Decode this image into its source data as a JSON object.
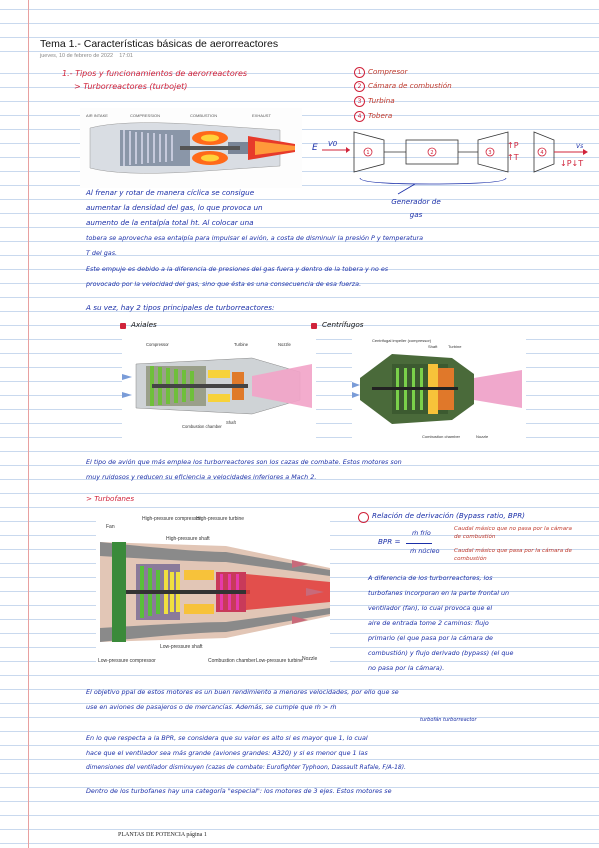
{
  "header": {
    "title": "Tema 1.- Características básicas de aerorreactores",
    "date": "jueves, 10 de febrero de 2022",
    "time": "17:01"
  },
  "section1": {
    "heading": "1.- Tipos y funcionamientos de aerorreactores",
    "sub_turbojet": "> Turborreactores (turbojet)",
    "legend": [
      {
        "num": "1",
        "label": "Compresor"
      },
      {
        "num": "2",
        "label": "Cámara de combustión"
      },
      {
        "num": "3",
        "label": "Turbina"
      },
      {
        "num": "4",
        "label": "Tobera"
      }
    ],
    "turbojet_fig_labels": [
      "AIR INTAKE",
      "COMPRESSION",
      "COMBUSTION",
      "EXHAUST"
    ],
    "block": {
      "e_label": "E",
      "v0": "V0",
      "vs": "Vs",
      "up_p": "↑P",
      "up_t": "↑T",
      "down": "↓P↓T",
      "gen_label": "Generador de gas"
    },
    "p1": [
      "Al frenar y rotar de manera cíclica se consigue",
      "aumentar la densidad del gas, lo que provoca un",
      "aumento de la entalpía total ht. Al colocar una",
      "tobera se aprovecha esa entalpía para impulsar el avión, a costa de disminuir la presión P y temperatura",
      "T del gas."
    ],
    "p2": [
      "Este empuje es debido a la diferencia de presiones del gas fuera y dentro de la tobera y no es",
      "provocado por la velocidad del gas, sino que ésta es una consecuencia de esa fuerza."
    ],
    "types_intro": "A su vez, hay 2 tipos principales de turborreactores:",
    "axial_label": "Axiales",
    "centrifugal_label": "Centrífugos",
    "axial_fig": [
      "Compressor",
      "Turbine",
      "Nozzle",
      "Combustion chamber",
      "Shaft"
    ],
    "centrifugal_fig": [
      "Centrifugal impeller (compressor)",
      "Shaft",
      "Turbine",
      "Combustion chamber",
      "Nozzle"
    ],
    "p3": [
      "El tipo de avión que más emplea los turborreactores son los cazas de combate. Estos motores son",
      "muy ruidosos y reducen su eficiencia a velocidades inferiores a Mach 2."
    ]
  },
  "turbofan": {
    "sub": "> Turbofanes",
    "fig": [
      "Fan",
      "High-pressure compressor",
      "High-pressure turbine",
      "High-pressure shaft",
      "Low-pressure shaft",
      "Combustion chamber",
      "Low-pressure turbine",
      "Low-pressure compressor",
      "Nozzle"
    ],
    "bpr_title": "Relación de derivación (Bypass ratio, BPR)",
    "bpr_eq": "BPR =",
    "bpr_num": "ṁ frío",
    "bpr_den": "ṁ núcleo",
    "bpr_num_desc": "Caudal másico que no pasa por la cámara de combustión",
    "bpr_den_desc": "Caudal másico que pasa por la cámara de combustión",
    "p_right": [
      "A diferencia de los turborreactores, los",
      "turbofanes incorporan en la parte frontal un",
      "ventilador (fan), lo cual provoca que el",
      "aire de entrada tome 2 caminos: flujo",
      "primario (el que pasa por la cámara de",
      "combustión) y flujo derivado (bypass) (el que",
      "no pasa por la cámara)."
    ],
    "p4": [
      "El objetivo ppal de estos motores es un buen rendimiento a menores velocidades, por ello que se",
      "use en aviones de pasajeros o de mercancías. Además, se cumple que ṁ      > ṁ",
      "turbofán          turborreactor"
    ],
    "p5": [
      "En lo que respecta a la BPR, se considera que su valor es alto si es mayor que 1, lo cual",
      "hace que el ventilador sea más grande (aviones grandes: A320) y si es menor que 1 las",
      "dimensiones del ventilador disminuyen (cazas de combate: Eurofighter Typhoon, Dassault Rafale, F/A-18)."
    ],
    "p6": "Dentro de los turbofanes hay una categoría \"especial\": los motores de 3 ejes. Estos motores se"
  },
  "footer": "PLANTAS DE POTENCIA página 1",
  "colors": {
    "ink": "#1a2fa8",
    "accent": "#d0233a",
    "rule": "#c9d9ee",
    "margin": "#e8a0a0"
  }
}
